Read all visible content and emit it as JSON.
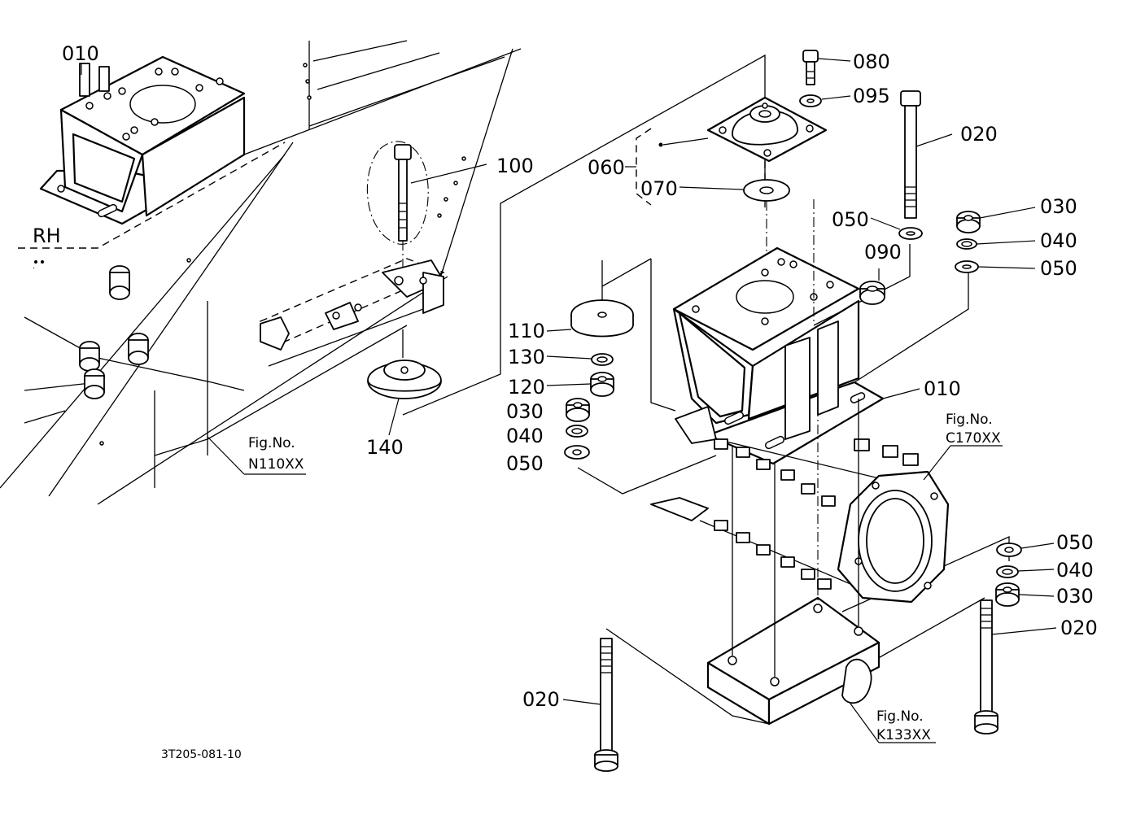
{
  "callouts": {
    "c010_top": "010",
    "c080": "080",
    "c095": "095",
    "c020_top": "020",
    "c100": "100",
    "c060": "060",
    "c070": "070",
    "c050_a": "050",
    "c030_a": "030",
    "c040_a": "040",
    "c050_b": "050",
    "c090": "090",
    "c110": "110",
    "c130": "130",
    "c120": "120",
    "c030_b": "030",
    "c040_b": "040",
    "c050_c": "050",
    "c140": "140",
    "c010_mid": "010",
    "c050_d": "050",
    "c040_c": "040",
    "c030_c": "030",
    "c020_right": "020",
    "c020_bottom": "020"
  },
  "side_label": "RH",
  "fig_refs": {
    "n110": {
      "title": "Fig.No.",
      "code": "N110XX"
    },
    "c170": {
      "title": "Fig.No.",
      "code": "C170XX"
    },
    "k133": {
      "title": "Fig.No.",
      "code": "K133XX"
    }
  },
  "drawing_code": "3T205-081-10"
}
